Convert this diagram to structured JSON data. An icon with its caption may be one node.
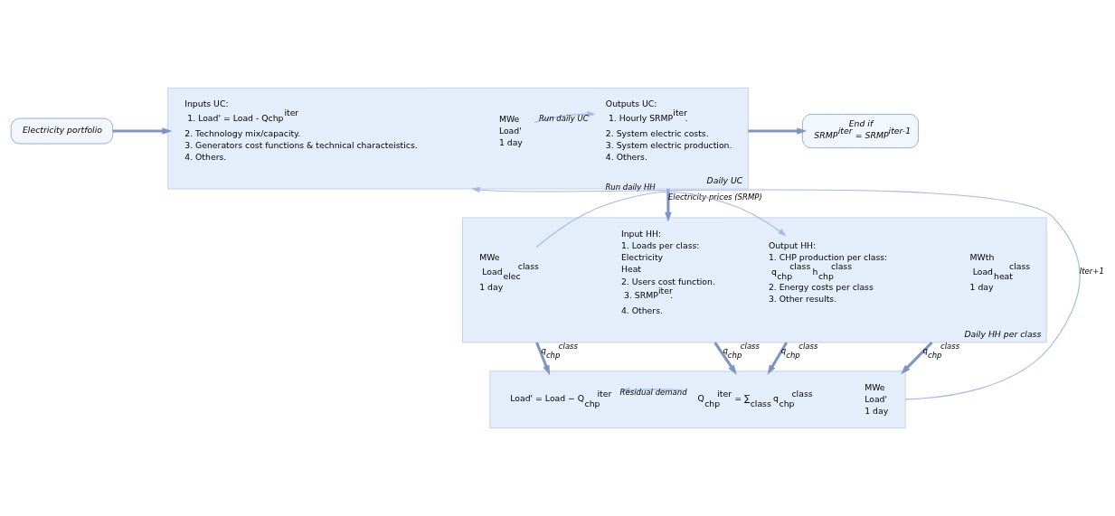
{
  "diagram": {
    "nodes": [
      {
        "text": [
          "Electricity portfolio"
        ]
      },
      {
        "text": [
          "Daily UC"
        ]
      },
      {
        "text": [
          "Inputs UC:",
          "1. Load' = Load - Qchp$^{iter}$",
          "2. Technology mix/capacity.",
          "3. Generators cost functions & technical characteistics.",
          "4. Others."
        ],
        "in": 1
      },
      {
        "text": [
          "MWe",
          "Load'",
          "1 day"
        ],
        "in": 1
      },
      {
        "text": [
          "Outputs UC:",
          "1. Hourly SRMP$^{iter}$.",
          "2. System electric costs.",
          "3. System electric production.",
          "4. Others."
        ],
        "in": 1
      },
      {
        "text": [
          "End if",
          "SRMP$^{iter}$ = SRMP$^{iter-1}$"
        ]
      },
      {
        "text": [
          "Daily HH per class"
        ]
      },
      {
        "text": [
          "Input HH:",
          "1. Loads per class:",
          "Electricity",
          "Heat",
          "2. Users cost function.",
          "3. SRMP$^{iter}$.",
          "4. Others."
        ],
        "in": 6
      },
      {
        "text": [
          "MWe",
          "Load$_{elec}$$^{class}$",
          "1 day"
        ],
        "in": 6
      },
      {
        "text": [
          "MWth",
          "Load$_{heat}$$^{class}$",
          "1 day"
        ],
        "in": 6
      },
      {
        "text": [
          "Output HH:",
          "1. CHP production per class:",
          "q$_{chp}$$^{class}$ h$_{chp}$$^{class}$",
          "2. Energy costs per class",
          "3. Other results."
        ],
        "in": 6
      },
      {
        "text": [],
        "shape": "box"
      },
      {
        "text": [
          "Q$_{chp}$$^{iter}$ = ∑$_{class}$ q$_{chp}$$^{class}$"
        ],
        "in": 11
      },
      {
        "text": [
          "Load' = Load − Q$_{chp}$$^{iter}$"
        ],
        "in": 11
      },
      {
        "text": [
          "MWe",
          "Load'",
          "1 day"
        ],
        "in": 11
      }
    ],
    "edges": [
      {
        "from": 0,
        "to": 1,
        "arrow": "to"
      },
      {
        "from": 3,
        "to": 4,
        "arrow": "to",
        "label": "Run daily UC",
        "color": "#a4b8ec"
      },
      {
        "from": 1,
        "to": 5,
        "arrow": "to"
      },
      {
        "from": 1,
        "to": 6,
        "arrow": "to",
        "label": "Electricity prices (SRMP)"
      },
      {
        "from": 8,
        "to": 10,
        "arrow": "to",
        "label": "Run daily HH",
        "color": "#a4b8ec"
      },
      {
        "from": 6,
        "to": 11,
        "arrow": "to",
        "label": "q$_{chp}$$^{class}$"
      },
      {
        "from": 6,
        "to": 11,
        "arrow": "to",
        "label": "q$_{chp}$$^{class}$"
      },
      {
        "from": 6,
        "to": 11,
        "arrow": "to",
        "label": "q$_{chp}$$^{class}$"
      },
      {
        "from": 6,
        "to": 11,
        "arrow": "to",
        "label": "q$_{chp}$$^{class}$"
      },
      {
        "from": 12,
        "to": 13,
        "arrow": "to",
        "label": "Residual demand",
        "color": "#a4b8ec"
      },
      {
        "from": 11,
        "to": 1,
        "arrow": "to",
        "label": "Iter+1",
        "color": "#a4b8ec"
      }
    ]
  }
}
